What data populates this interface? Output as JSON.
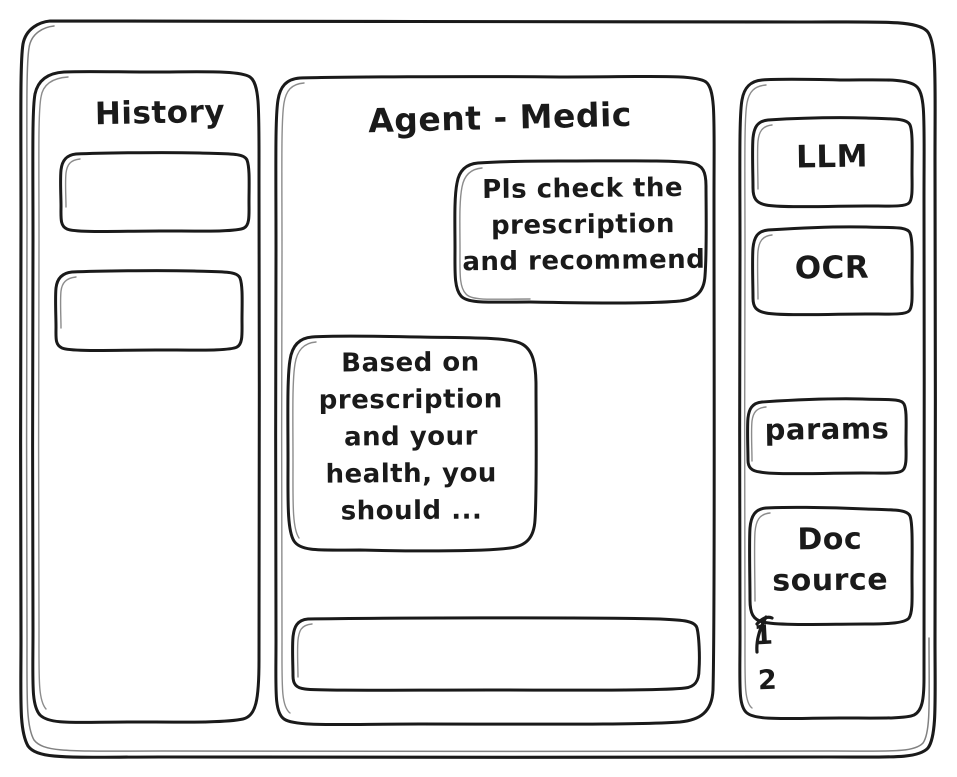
{
  "window": {
    "name": "app-window-frame",
    "background": "#ffffff",
    "ink_color": "#1a1a1a",
    "style": "hand-drawn-wireframe"
  },
  "sidebar_left": {
    "title": "History",
    "items": [
      {
        "label": "",
        "name": "history-item-1"
      },
      {
        "label": "",
        "name": "history-item-2"
      }
    ]
  },
  "main": {
    "title": "Agent - Medic",
    "messages": [
      {
        "role": "user",
        "text": "Pls check the\nprescription\nand recommend"
      },
      {
        "role": "assistant",
        "text": "Based on\nprescription\nand your\nhealth, you\nshould ..."
      }
    ],
    "composer": {
      "value": "",
      "placeholder": ""
    }
  },
  "sidebar_right": {
    "tools": [
      {
        "label": "LLM",
        "name": "tool-llm"
      },
      {
        "label": "OCR",
        "name": "tool-ocr"
      },
      {
        "label": "params",
        "name": "tool-params"
      },
      {
        "label": "Doc\nsource",
        "name": "tool-doc-source"
      }
    ],
    "sources": [
      {
        "label": "1"
      },
      {
        "label": "2"
      }
    ]
  }
}
